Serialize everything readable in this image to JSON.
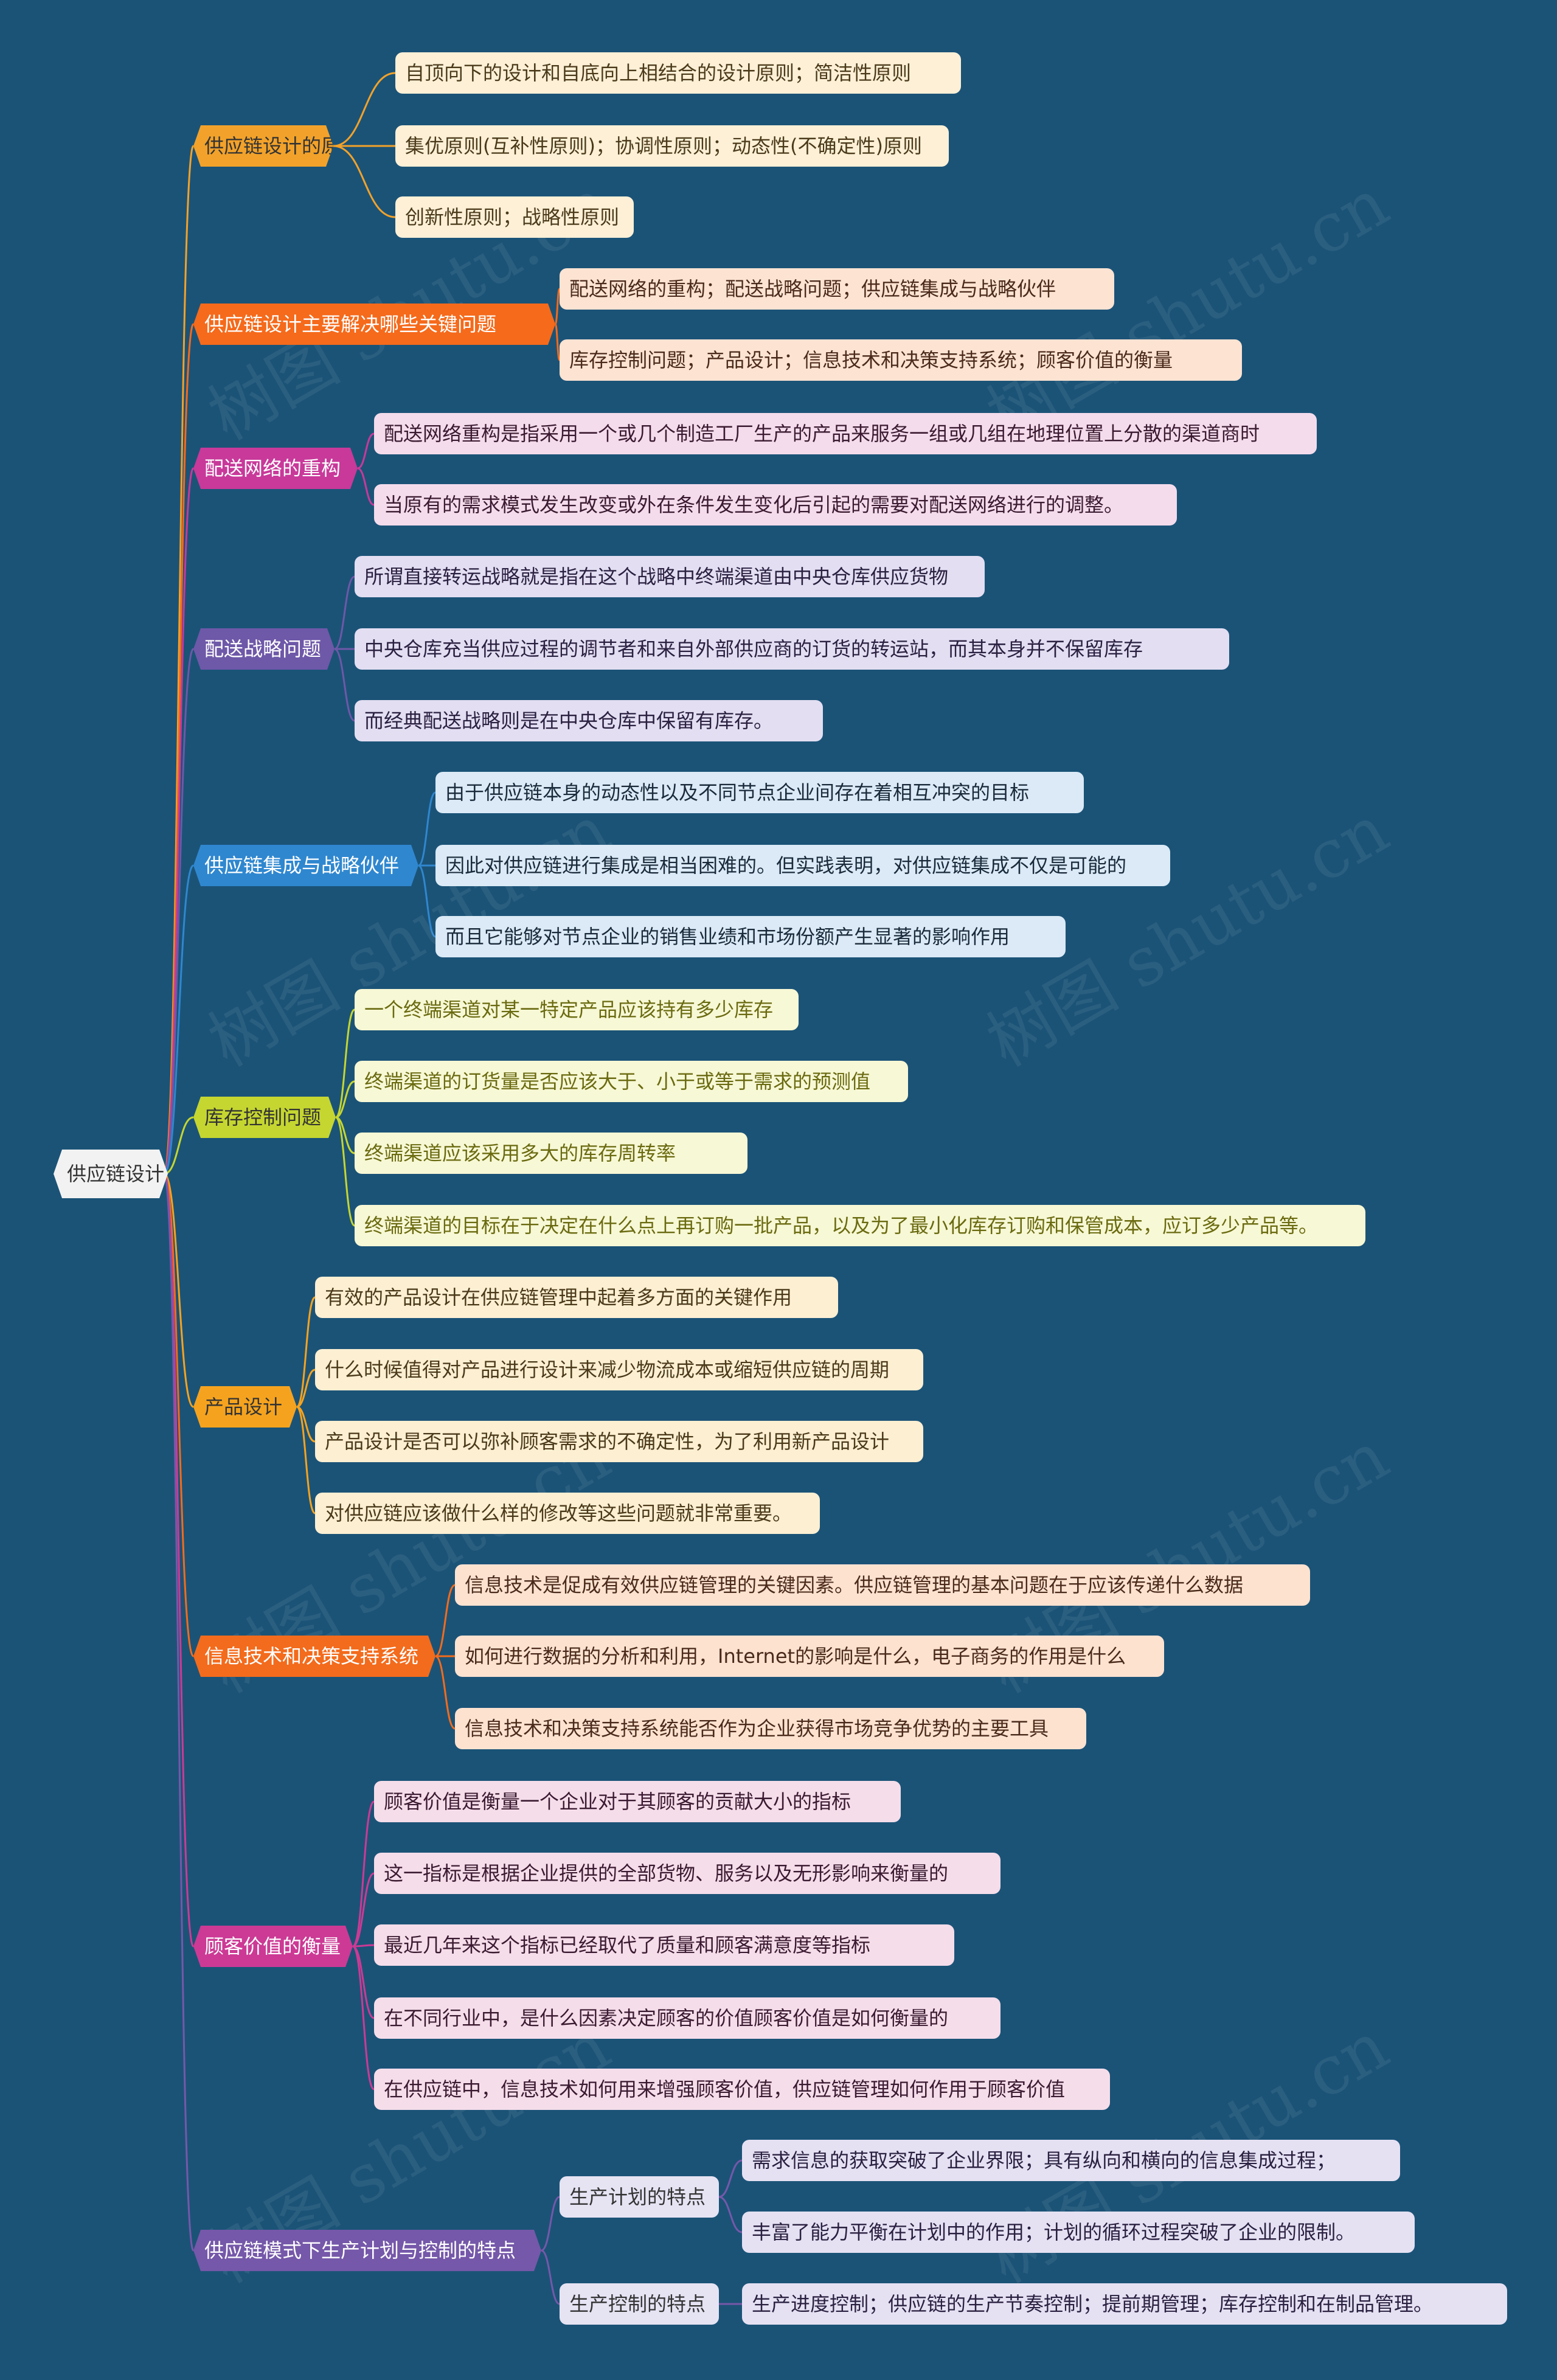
{
  "root": "供应链设计",
  "watermark": "树图 shutu.cn",
  "branches": [
    {
      "label": "供应链设计的原则",
      "color": "#f2a22a",
      "text_color": "#333333",
      "leaf_bg": "#fdf0d6",
      "leaf_color": "#4a3a1a",
      "leaves": [
        "自顶向下的设计和自底向上相结合的设计原则；简洁性原则",
        "集优原则(互补性原则)；协调性原则；动态性(不确定性)原则",
        "创新性原则；战略性原则"
      ]
    },
    {
      "label": "供应链设计主要解决哪些关键问题",
      "color": "#f56a1b",
      "text_color": "#ffffff",
      "leaf_bg": "#fde3d2",
      "leaf_color": "#4a2a1a",
      "leaves": [
        "配送网络的重构；配送战略问题；供应链集成与战略伙伴",
        "库存控制问题；产品设计；信息技术和决策支持系统；顾客价值的衡量"
      ]
    },
    {
      "label": "配送网络的重构",
      "color": "#c8399a",
      "text_color": "#ffffff",
      "leaf_bg": "#f4dcec",
      "leaf_color": "#3a1a30",
      "leaves": [
        "配送网络重构是指采用一个或几个制造工厂生产的产品来服务一组或几组在地理位置上分散的渠道商时",
        "当原有的需求模式发生改变或外在条件发生变化后引起的需要对配送网络进行的调整。"
      ]
    },
    {
      "label": "配送战略问题",
      "color": "#6e58a8",
      "text_color": "#ffffff",
      "leaf_bg": "#e3def2",
      "leaf_color": "#2a2040",
      "leaves": [
        "所谓直接转运战略就是指在这个战略中终端渠道由中央仓库供应货物",
        "中央仓库充当供应过程的调节者和来自外部供应商的订货的转运站，而其本身并不保留库存",
        "而经典配送战略则是在中央仓库中保留有库存。"
      ]
    },
    {
      "label": "供应链集成与战略伙伴",
      "color": "#2f87cf",
      "text_color": "#ffffff",
      "leaf_bg": "#dbeaf6",
      "leaf_color": "#1a2a3a",
      "leaves": [
        "由于供应链本身的动态性以及不同节点企业间存在着相互冲突的目标",
        "因此对供应链进行集成是相当困难的。但实践表明，对供应链集成不仅是可能的",
        "而且它能够对节点企业的销售业绩和市场份额产生显著的影响作用"
      ]
    },
    {
      "label": "库存控制问题",
      "color": "#c5d630",
      "text_color": "#333333",
      "leaf_bg": "#f7f8d5",
      "leaf_color": "#6a6a10",
      "leaves": [
        "一个终端渠道对某一特定产品应该持有多少库存",
        "终端渠道的订货量是否应该大于、小于或等于需求的预测值",
        "终端渠道应该采用多大的库存周转率",
        "终端渠道的目标在于决定在什么点上再订购一批产品，以及为了最小化库存订购和保管成本，应订多少产品等。"
      ]
    },
    {
      "label": "产品设计",
      "color": "#f5a31f",
      "text_color": "#333333",
      "leaf_bg": "#fdefd2",
      "leaf_color": "#4a3a1a",
      "leaves": [
        "有效的产品设计在供应链管理中起着多方面的关键作用",
        "什么时候值得对产品进行设计来减少物流成本或缩短供应链的周期",
        "产品设计是否可以弥补顾客需求的不确定性，为了利用新产品设计",
        "对供应链应该做什么样的修改等这些问题就非常重要。"
      ]
    },
    {
      "label": "信息技术和决策支持系统",
      "color": "#f36b1c",
      "text_color": "#ffffff",
      "leaf_bg": "#fde2d0",
      "leaf_color": "#4a2a1a",
      "leaves": [
        "信息技术是促成有效供应链管理的关键因素。供应链管理的基本问题在于应该传递什么数据",
        "如何进行数据的分析和利用，Internet的影响是什么，电子商务的作用是什么",
        "信息技术和决策支持系统能否作为企业获得市场竞争优势的主要工具"
      ]
    },
    {
      "label": "顾客价值的衡量",
      "color": "#cc3a95",
      "text_color": "#ffffff",
      "leaf_bg": "#f5ddea",
      "leaf_color": "#3a1a30",
      "leaves": [
        "顾客价值是衡量一个企业对于其顾客的贡献大小的指标",
        "这一指标是根据企业提供的全部货物、服务以及无形影响来衡量的",
        "最近几年来这个指标已经取代了质量和顾客满意度等指标",
        "在不同行业中，是什么因素决定顾客的价值顾客价值是如何衡量的",
        "在供应链中，信息技术如何用来增强顾客价值，供应链管理如何作用于顾客价值"
      ]
    },
    {
      "label": "供应链模式下生产计划与控制的特点",
      "color": "#7558a9",
      "text_color": "#ffffff",
      "leaf_bg": "#e5e1f3",
      "leaf_color": "#2a2040",
      "subs": [
        {
          "label": "生产计划的特点",
          "leaves": [
            "需求信息的获取突破了企业界限；具有纵向和横向的信息集成过程；",
            "丰富了能力平衡在计划中的作用；计划的循环过程突破了企业的限制。"
          ]
        },
        {
          "label": "生产控制的特点",
          "leaves": [
            "生产进度控制；供应链的生产节奏控制；提前期管理；库存控制和在制品管理。"
          ]
        }
      ]
    }
  ]
}
